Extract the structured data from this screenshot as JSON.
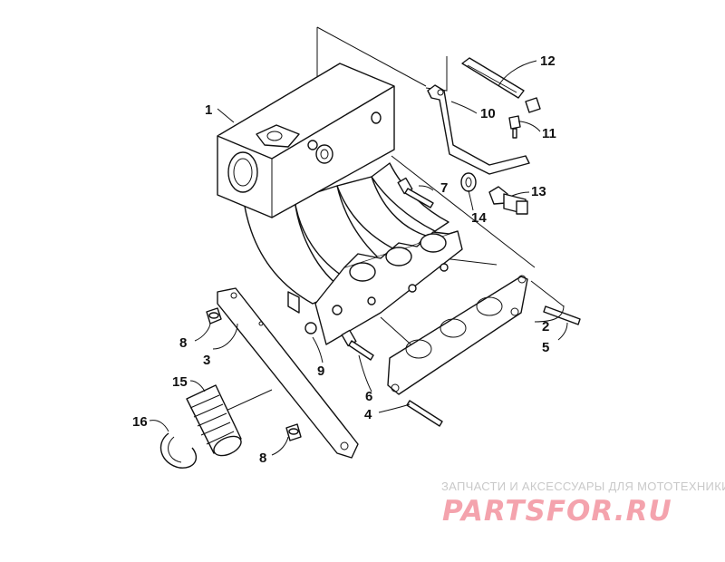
{
  "diagram": {
    "callouts": [
      {
        "id": "1"
      },
      {
        "id": "2"
      },
      {
        "id": "3"
      },
      {
        "id": "4"
      },
      {
        "id": "5"
      },
      {
        "id": "6"
      },
      {
        "id": "7"
      },
      {
        "id": "8a",
        "text": "8"
      },
      {
        "id": "8b",
        "text": "8"
      },
      {
        "id": "9"
      },
      {
        "id": "10"
      },
      {
        "id": "11"
      },
      {
        "id": "12"
      },
      {
        "id": "13"
      },
      {
        "id": "14"
      },
      {
        "id": "15"
      },
      {
        "id": "16"
      }
    ],
    "labels": {
      "c1": "1",
      "c2": "2",
      "c3": "3",
      "c4": "4",
      "c5": "5",
      "c6": "6",
      "c7": "7",
      "c8a": "8",
      "c8b": "8",
      "c9": "9",
      "c10": "10",
      "c11": "11",
      "c12": "12",
      "c13": "13",
      "c14": "14",
      "c15": "15",
      "c16": "16"
    }
  },
  "watermark": {
    "caption": "ЗАПЧАСТИ И АКСЕССУАРЫ ДЛЯ МОТОТЕХНИКИ",
    "logo": "PARTSFOR.RU",
    "logo_color": "#f4a3ad",
    "caption_color": "#c9c9c9"
  }
}
